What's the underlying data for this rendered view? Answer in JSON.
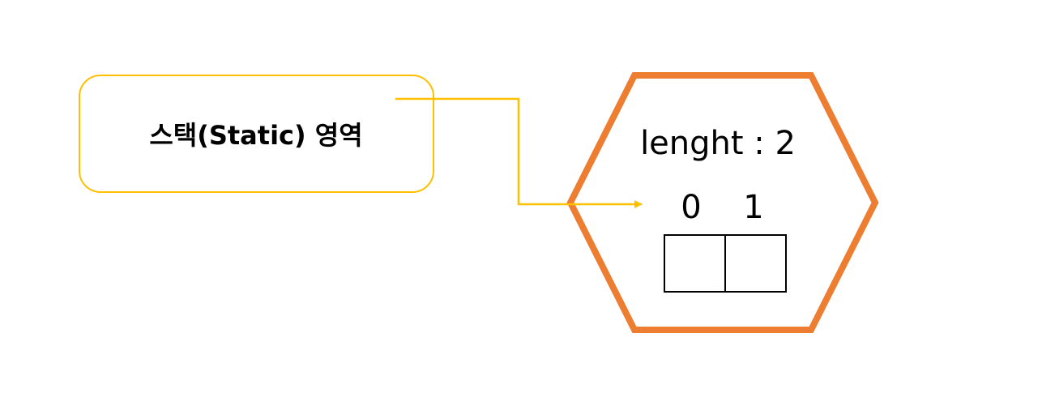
{
  "stack": {
    "label": "스택(Static) 영역"
  },
  "heap": {
    "length_text": "lenght : 2",
    "index_labels": [
      "0",
      "1"
    ]
  },
  "colors": {
    "stack_border": "#ffc000",
    "arrow": "#ffc000",
    "hexagon_border": "#ed7d31",
    "cell_border": "#000000"
  }
}
